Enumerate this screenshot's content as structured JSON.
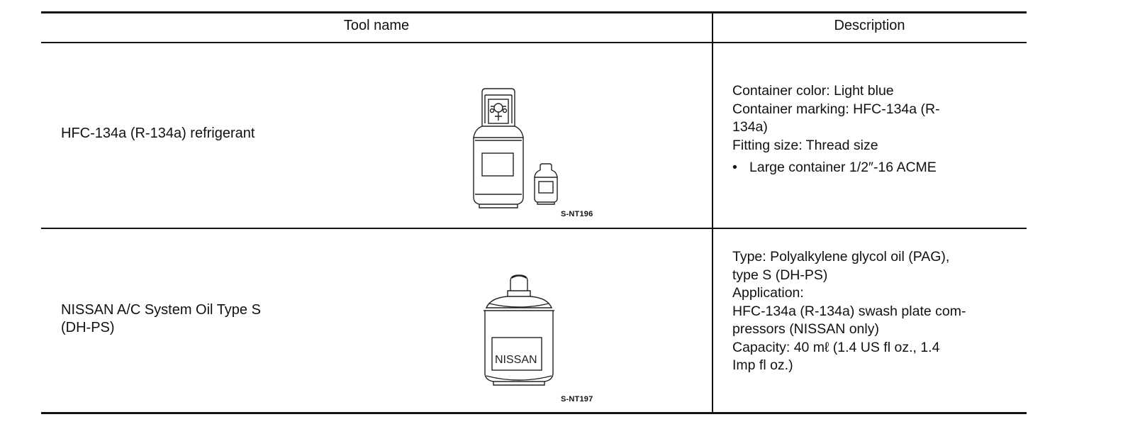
{
  "header": {
    "tool_name": "Tool name",
    "description": "Description"
  },
  "rows": [
    {
      "tool_name_lines": [
        "HFC-134a (R-134a) refrigerant"
      ],
      "figure_code": "S-NT196",
      "description_lines": [
        "Container color: Light blue",
        "Container marking: HFC-134a (R-",
        "134a)",
        "Fitting size: Thread size"
      ],
      "bullet": "Large container 1/2″-16 ACME"
    },
    {
      "tool_name_lines": [
        "NISSAN A/C System Oil Type S",
        "(DH-PS)"
      ],
      "figure_code": "S-NT197",
      "can_label": "NISSAN",
      "description_lines": [
        "Type: Polyalkylene glycol oil (PAG),",
        "type S (DH-PS)",
        "Application:",
        "HFC-134a (R-134a) swash plate com-",
        "pressors (NISSAN only)",
        "Capacity: 40 mℓ (1.4 US fl oz., 1.4",
        "Imp fl oz.)"
      ]
    }
  ]
}
